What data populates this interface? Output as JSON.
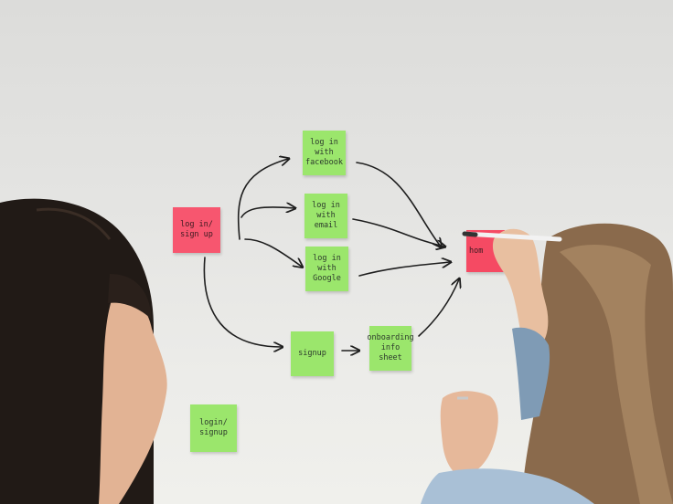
{
  "notes": {
    "login_signup": "log in/\nsign up",
    "facebook": "log in\nwith\nfacebook",
    "email": "log in\nwith\nemail",
    "google": "log in\nwith\nGoogle",
    "signup": "signup",
    "onboarding": "onboarding\ninfo\nsheet",
    "home": "hom",
    "login_signup_bottom": "login/\nsignup"
  },
  "colors": {
    "green_note": "#9be66c",
    "pink_note": "#f7566f",
    "marker": "#1e1e1e"
  }
}
